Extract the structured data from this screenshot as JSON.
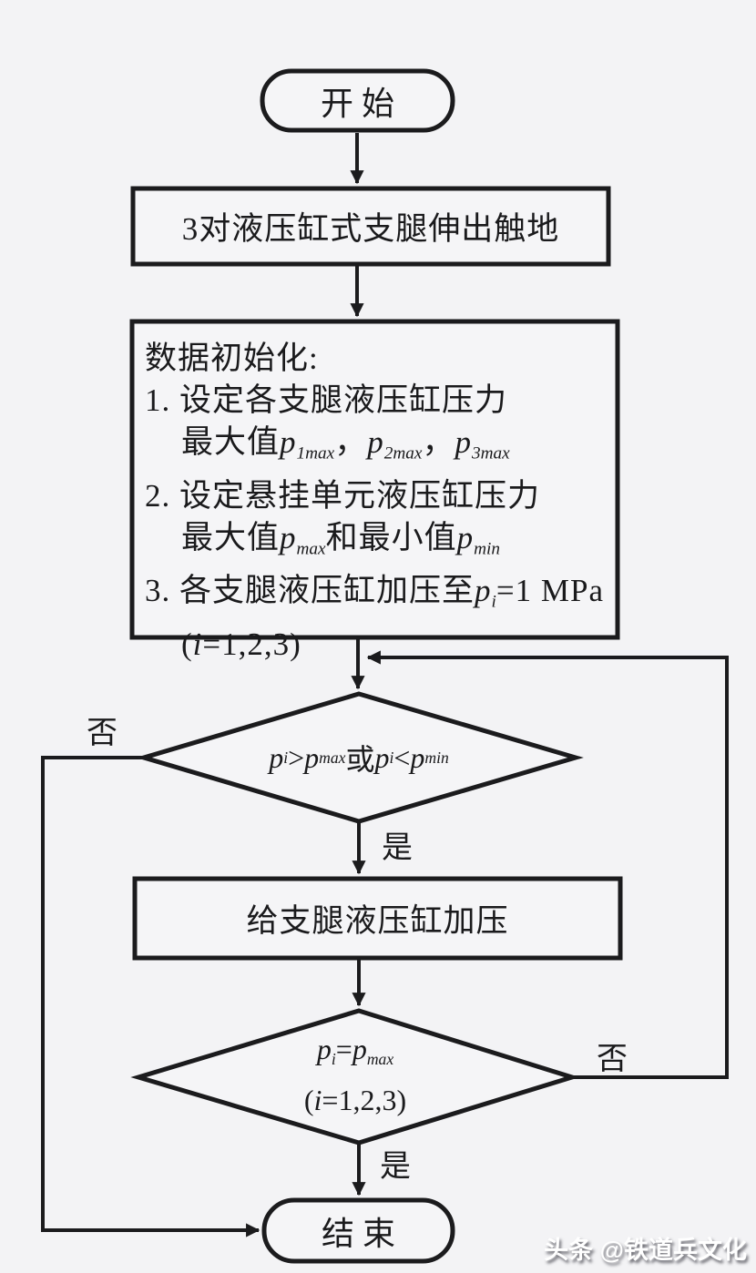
{
  "colors": {
    "background": "#f3f3f5",
    "line": "#1b1b1d",
    "watermark_text": "#ffffff"
  },
  "nodes": {
    "start": {
      "label": "开始"
    },
    "step1": {
      "label": "3对液压缸式支腿伸出触地"
    },
    "init": {
      "title": "数据初始化:",
      "item1": "1. 设定各支腿液压缸压力",
      "item1b": {
        "prefix": "最大值",
        "p1": "p",
        "sub1": "1max",
        "comma1": "，",
        "p2": "p",
        "sub2": "2max",
        "comma2": "，",
        "p3": "p",
        "sub3": "3max"
      },
      "item2": "2. 设定悬挂单元液压缸压力",
      "item2b": {
        "prefix": "最大值",
        "p1": "p",
        "sub1": "max",
        "mid": "和最小值",
        "p2": "p",
        "sub2": "min"
      },
      "item3": {
        "prefix": "3. 各支腿液压缸加压至",
        "p": "p",
        "sub": "i",
        "suffix": "=1 MPa"
      },
      "item3b": {
        "open": "(",
        "i": "i",
        "rest": "=1,2,3)"
      }
    },
    "decision1": {
      "p1": "p",
      "sub1": "i",
      "op1": ">",
      "p2": "p",
      "sub2": "max",
      "conj": "或",
      "p3": "p",
      "sub3": "i",
      "op2": "<",
      "p4": "p",
      "sub4": "min"
    },
    "step2": {
      "label": "给支腿液压缸加压"
    },
    "decision2": {
      "p1": "p",
      "sub1": "i",
      "eq": "=",
      "p2": "p",
      "sub2": "max",
      "open": "(",
      "i": "i",
      "rest": "=1,2,3)"
    },
    "end": {
      "label": "结束"
    }
  },
  "edge_labels": {
    "decision1_no": "否",
    "decision1_yes": "是",
    "decision2_no": "否",
    "decision2_yes": "是"
  },
  "watermark": "头条 @铁道兵文化"
}
